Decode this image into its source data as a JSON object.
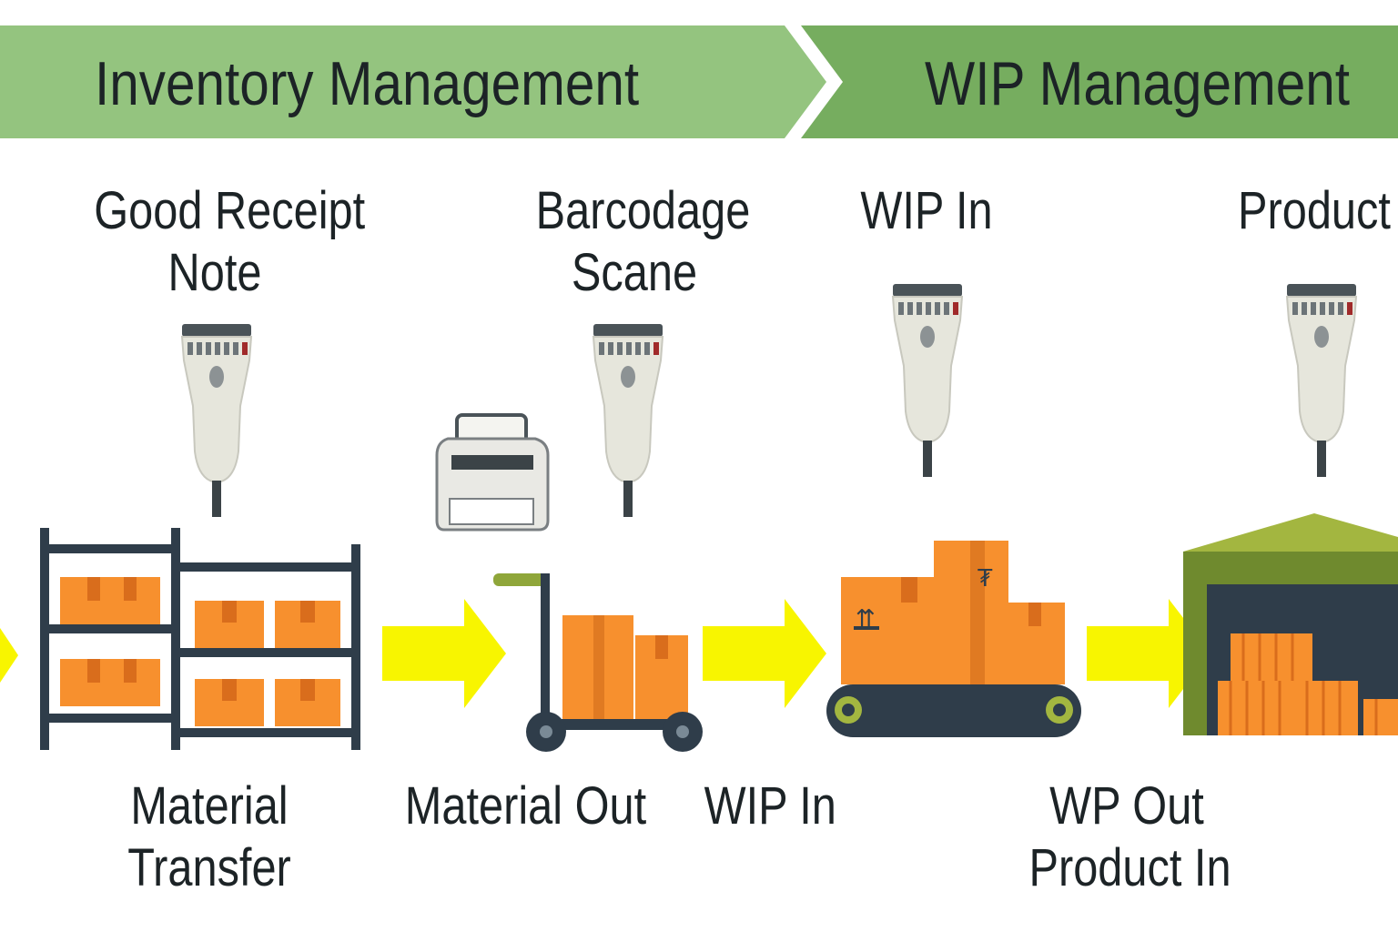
{
  "banner": {
    "left_title": "Inventory Management",
    "right_title": "WIP Management"
  },
  "steps_top": {
    "good_receipt_line1": "Good Receipt",
    "good_receipt_line2": "Note",
    "barcode_line1": "Barcodage",
    "barcode_line2": "Scane",
    "wip_in": "WIP In",
    "product": "Product"
  },
  "steps_bottom": {
    "material_transfer_line1": "Material",
    "material_transfer_line2": "Transfer",
    "material_out": "Material Out",
    "wip_in": "WIP In",
    "wp_out_line1": "WP Out",
    "wp_out_line2": "Product In"
  },
  "colors": {
    "banner_left": "#94c47f",
    "banner_right": "#76ad5f",
    "arrow": "#f8f500",
    "box": "#f7902e",
    "box_dark": "#d96d1c",
    "rack": "#2f3d4a",
    "scanner": "#e6e6dc",
    "warehouse_roof": "#a3b640",
    "warehouse_wall": "#6f8a2e"
  }
}
